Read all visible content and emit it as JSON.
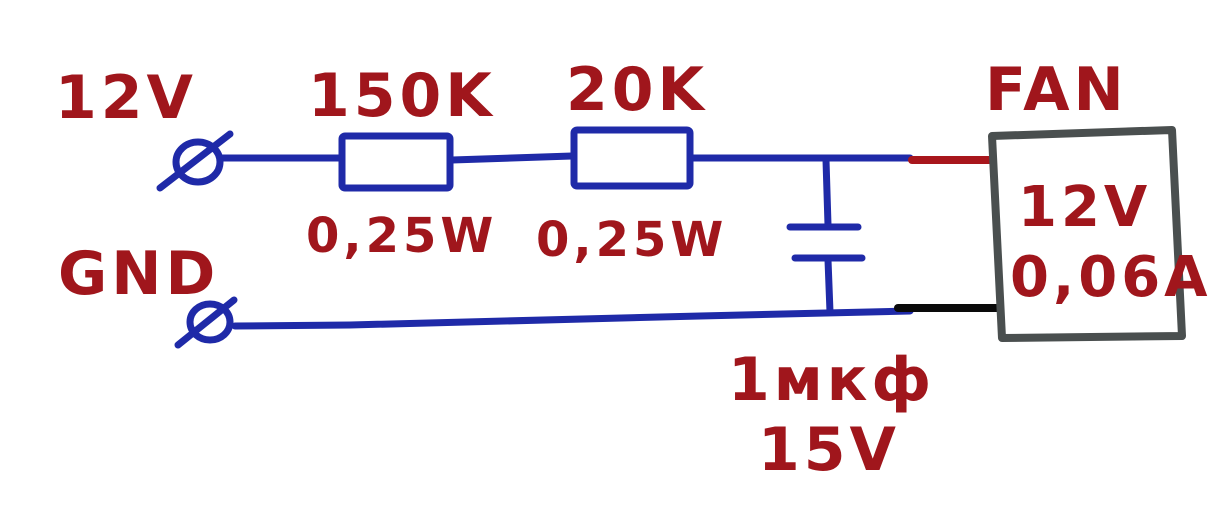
{
  "terminals": {
    "positive_label": "12V",
    "ground_label": "GND"
  },
  "resistors": [
    {
      "value": "150K",
      "power": "0,25W"
    },
    {
      "value": "20K",
      "power": "0,25W"
    }
  ],
  "capacitor": {
    "capacitance": "1мкф",
    "voltage": "15V"
  },
  "fan": {
    "title": "FAN",
    "voltage": "12V",
    "current": "0,06A"
  },
  "colors": {
    "wire": "#1f2aa8",
    "label": "#a0161c",
    "fan_box": "#4a4f4f",
    "positive_lead": "#a8161c",
    "ground_lead": "#0a0a0a"
  }
}
